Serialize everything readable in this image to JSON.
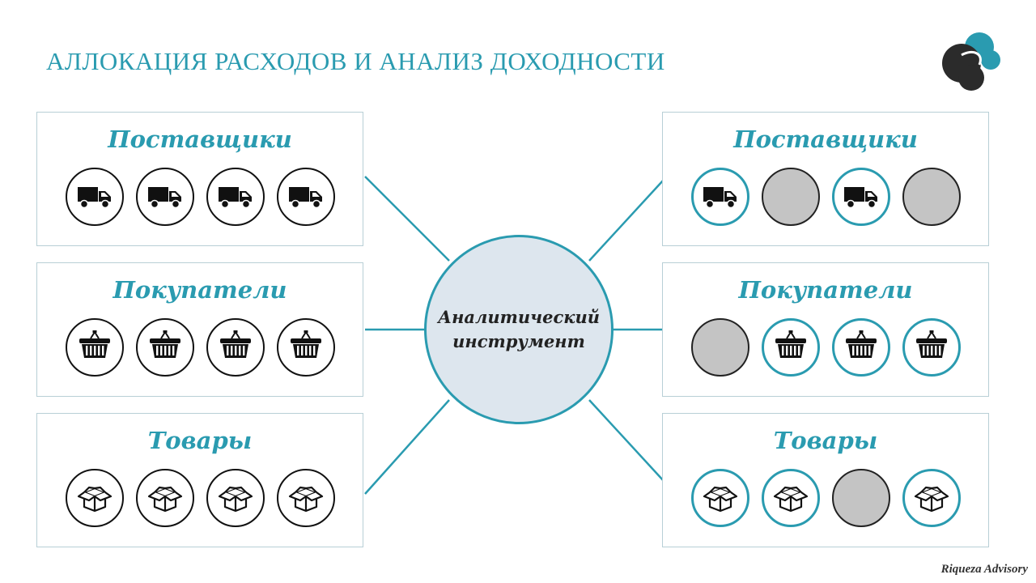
{
  "header": {
    "title": "АЛЛОКАЦИЯ РАСХОДОВ И АНАЛИЗ ДОХОДНОСТИ"
  },
  "logo": {
    "icon": "riqueza-logo-icon",
    "colors": [
      "#2a9bb0",
      "#2b2b2b"
    ]
  },
  "center": {
    "line1": "Аналитический",
    "line2": "инструмент"
  },
  "colors": {
    "accent": "#2a9bb0",
    "gray": "#c4c4c4",
    "center_fill": "#dde6ee",
    "panel_border": "#b8cfd6"
  },
  "left_panels": [
    {
      "title": "Поставщики",
      "icon": "truck",
      "items": [
        "black",
        "black",
        "black",
        "black"
      ]
    },
    {
      "title": "Покупатели",
      "icon": "basket",
      "items": [
        "black",
        "black",
        "black",
        "black"
      ]
    },
    {
      "title": "Товары",
      "icon": "box",
      "items": [
        "black",
        "black",
        "black",
        "black"
      ]
    }
  ],
  "right_panels": [
    {
      "title": "Поставщики",
      "icon": "truck",
      "items": [
        "teal",
        "gray",
        "teal",
        "gray"
      ]
    },
    {
      "title": "Покупатели",
      "icon": "basket",
      "items": [
        "gray",
        "teal",
        "teal",
        "teal"
      ]
    },
    {
      "title": "Товары",
      "icon": "box",
      "items": [
        "teal",
        "teal",
        "gray",
        "teal"
      ]
    }
  ],
  "footer": {
    "brand": "Riqueza Advisory"
  }
}
